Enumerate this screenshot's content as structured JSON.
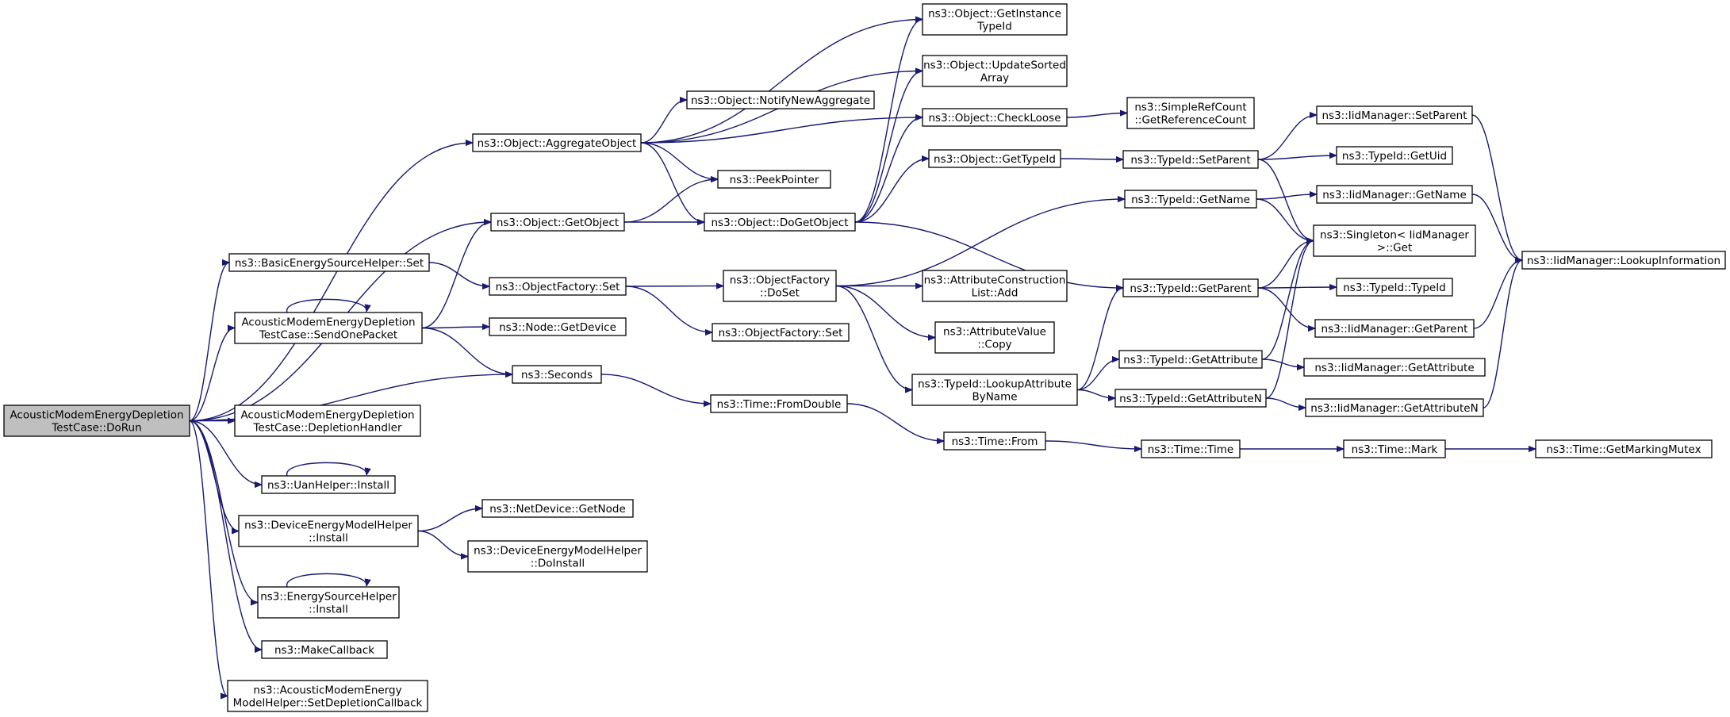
{
  "diagram": {
    "type": "call-graph",
    "nodes": [
      {
        "id": "root",
        "lines": [
          "AcousticModemEnergyDepletion",
          "TestCase::DoRun"
        ],
        "highlighted": true
      },
      {
        "id": "aggregateObject",
        "lines": [
          "ns3::Object::AggregateObject"
        ]
      },
      {
        "id": "getObject",
        "lines": [
          "ns3::Object::GetObject"
        ]
      },
      {
        "id": "basicSet",
        "lines": [
          "ns3::BasicEnergySourceHelper::Set"
        ]
      },
      {
        "id": "sendOnePacket",
        "lines": [
          "AcousticModemEnergyDepletion",
          "TestCase::SendOnePacket"
        ]
      },
      {
        "id": "seconds",
        "lines": [
          "ns3::Seconds"
        ]
      },
      {
        "id": "depletionHandler",
        "lines": [
          "AcousticModemEnergyDepletion",
          "TestCase::DepletionHandler"
        ]
      },
      {
        "id": "uanInstall",
        "lines": [
          "ns3::UanHelper::Install"
        ]
      },
      {
        "id": "demhInstall",
        "lines": [
          "ns3::DeviceEnergyModelHelper",
          "::Install"
        ]
      },
      {
        "id": "eshInstall",
        "lines": [
          "ns3::EnergySourceHelper",
          "::Install"
        ]
      },
      {
        "id": "makeCallback",
        "lines": [
          "ns3::MakeCallback"
        ]
      },
      {
        "id": "setDepletionCallback",
        "lines": [
          "ns3::AcousticModemEnergy",
          "ModelHelper::SetDepletionCallback"
        ]
      },
      {
        "id": "notifyNewAggregate",
        "lines": [
          "ns3::Object::NotifyNewAggregate"
        ]
      },
      {
        "id": "peekPointer",
        "lines": [
          "ns3::PeekPointer"
        ]
      },
      {
        "id": "doGetObject",
        "lines": [
          "ns3::Object::DoGetObject"
        ]
      },
      {
        "id": "objFactorySet1",
        "lines": [
          "ns3::ObjectFactory::Set"
        ]
      },
      {
        "id": "nodeGetDevice",
        "lines": [
          "ns3::Node::GetDevice"
        ]
      },
      {
        "id": "fromDouble",
        "lines": [
          "ns3::Time::FromDouble"
        ]
      },
      {
        "id": "netDeviceGetNode",
        "lines": [
          "ns3::NetDevice::GetNode"
        ]
      },
      {
        "id": "demhDoInstall",
        "lines": [
          "ns3::DeviceEnergyModelHelper",
          "::DoInstall"
        ]
      },
      {
        "id": "getInstanceTypeId",
        "lines": [
          "ns3::Object::GetInstance",
          "TypeId"
        ]
      },
      {
        "id": "updateSortedArray",
        "lines": [
          "ns3::Object::UpdateSorted",
          "Array"
        ]
      },
      {
        "id": "checkLoose",
        "lines": [
          "ns3::Object::CheckLoose"
        ]
      },
      {
        "id": "objGetTypeId",
        "lines": [
          "ns3::Object::GetTypeId"
        ]
      },
      {
        "id": "objFactoryDoSet",
        "lines": [
          "ns3::ObjectFactory",
          "::DoSet"
        ]
      },
      {
        "id": "objFactorySet2",
        "lines": [
          "ns3::ObjectFactory::Set"
        ]
      },
      {
        "id": "attrConstructionAdd",
        "lines": [
          "ns3::AttributeConstruction",
          "List::Add"
        ]
      },
      {
        "id": "attrValueCopy",
        "lines": [
          "ns3::AttributeValue",
          "::Copy"
        ]
      },
      {
        "id": "lookupAttrByName",
        "lines": [
          "ns3::TypeId::LookupAttribute",
          "ByName"
        ]
      },
      {
        "id": "timeFrom",
        "lines": [
          "ns3::Time::From"
        ]
      },
      {
        "id": "getRefCount",
        "lines": [
          "ns3::SimpleRefCount",
          "::GetReferenceCount"
        ]
      },
      {
        "id": "typeIdSetParent",
        "lines": [
          "ns3::TypeId::SetParent"
        ]
      },
      {
        "id": "typeIdGetName",
        "lines": [
          "ns3::TypeId::GetName"
        ]
      },
      {
        "id": "typeIdGetParent",
        "lines": [
          "ns3::TypeId::GetParent"
        ]
      },
      {
        "id": "typeIdGetAttribute",
        "lines": [
          "ns3::TypeId::GetAttribute"
        ]
      },
      {
        "id": "typeIdGetAttributeN",
        "lines": [
          "ns3::TypeId::GetAttributeN"
        ]
      },
      {
        "id": "timeTime",
        "lines": [
          "ns3::Time::Time"
        ]
      },
      {
        "id": "iidSetParent",
        "lines": [
          "ns3::IidManager::SetParent"
        ]
      },
      {
        "id": "typeIdGetUid",
        "lines": [
          "ns3::TypeId::GetUid"
        ]
      },
      {
        "id": "iidGetName",
        "lines": [
          "ns3::IidManager::GetName"
        ]
      },
      {
        "id": "singletonGet",
        "lines": [
          "ns3::Singleton< IidManager",
          " >::Get"
        ]
      },
      {
        "id": "typeIdTypeId",
        "lines": [
          "ns3::TypeId::TypeId"
        ]
      },
      {
        "id": "iidGetParent",
        "lines": [
          "ns3::IidManager::GetParent"
        ]
      },
      {
        "id": "iidGetAttribute",
        "lines": [
          "ns3::IidManager::GetAttribute"
        ]
      },
      {
        "id": "iidGetAttributeN",
        "lines": [
          "ns3::IidManager::GetAttributeN"
        ]
      },
      {
        "id": "timeMark",
        "lines": [
          "ns3::Time::Mark"
        ]
      },
      {
        "id": "iidLookupInformation",
        "lines": [
          "ns3::IidManager::LookupInformation"
        ]
      },
      {
        "id": "timeGetMarkingMutex",
        "lines": [
          "ns3::Time::GetMarkingMutex"
        ]
      }
    ],
    "edges": [
      [
        "root",
        "aggregateObject"
      ],
      [
        "root",
        "getObject"
      ],
      [
        "root",
        "basicSet"
      ],
      [
        "root",
        "sendOnePacket"
      ],
      [
        "root",
        "seconds"
      ],
      [
        "root",
        "depletionHandler"
      ],
      [
        "root",
        "uanInstall"
      ],
      [
        "root",
        "demhInstall"
      ],
      [
        "root",
        "eshInstall"
      ],
      [
        "root",
        "makeCallback"
      ],
      [
        "root",
        "setDepletionCallback"
      ],
      [
        "aggregateObject",
        "getInstanceTypeId"
      ],
      [
        "aggregateObject",
        "updateSortedArray"
      ],
      [
        "aggregateObject",
        "notifyNewAggregate"
      ],
      [
        "aggregateObject",
        "checkLoose"
      ],
      [
        "aggregateObject",
        "peekPointer"
      ],
      [
        "aggregateObject",
        "doGetObject"
      ],
      [
        "getObject",
        "peekPointer"
      ],
      [
        "getObject",
        "doGetObject"
      ],
      [
        "basicSet",
        "objFactorySet1"
      ],
      [
        "sendOnePacket",
        "sendOnePacket"
      ],
      [
        "sendOnePacket",
        "getObject"
      ],
      [
        "sendOnePacket",
        "nodeGetDevice"
      ],
      [
        "sendOnePacket",
        "seconds"
      ],
      [
        "seconds",
        "fromDouble"
      ],
      [
        "uanInstall",
        "uanInstall"
      ],
      [
        "demhInstall",
        "netDeviceGetNode"
      ],
      [
        "demhInstall",
        "demhDoInstall"
      ],
      [
        "eshInstall",
        "eshInstall"
      ],
      [
        "doGetObject",
        "getInstanceTypeId"
      ],
      [
        "doGetObject",
        "updateSortedArray"
      ],
      [
        "doGetObject",
        "checkLoose"
      ],
      [
        "doGetObject",
        "objGetTypeId"
      ],
      [
        "doGetObject",
        "typeIdGetParent"
      ],
      [
        "objFactorySet1",
        "objFactoryDoSet"
      ],
      [
        "objFactorySet1",
        "objFactorySet2"
      ],
      [
        "objFactoryDoSet",
        "typeIdGetName"
      ],
      [
        "objFactoryDoSet",
        "attrConstructionAdd"
      ],
      [
        "objFactoryDoSet",
        "attrValueCopy"
      ],
      [
        "objFactoryDoSet",
        "lookupAttrByName"
      ],
      [
        "fromDouble",
        "timeFrom"
      ],
      [
        "checkLoose",
        "getRefCount"
      ],
      [
        "objGetTypeId",
        "typeIdSetParent"
      ],
      [
        "lookupAttrByName",
        "typeIdGetParent"
      ],
      [
        "lookupAttrByName",
        "typeIdGetAttribute"
      ],
      [
        "lookupAttrByName",
        "typeIdGetAttributeN"
      ],
      [
        "timeFrom",
        "timeTime"
      ],
      [
        "typeIdSetParent",
        "iidSetParent"
      ],
      [
        "typeIdSetParent",
        "typeIdGetUid"
      ],
      [
        "typeIdSetParent",
        "singletonGet"
      ],
      [
        "typeIdGetName",
        "iidGetName"
      ],
      [
        "typeIdGetName",
        "singletonGet"
      ],
      [
        "typeIdGetParent",
        "singletonGet"
      ],
      [
        "typeIdGetParent",
        "typeIdTypeId"
      ],
      [
        "typeIdGetParent",
        "iidGetParent"
      ],
      [
        "typeIdGetAttribute",
        "singletonGet"
      ],
      [
        "typeIdGetAttribute",
        "iidGetAttribute"
      ],
      [
        "typeIdGetAttributeN",
        "singletonGet"
      ],
      [
        "typeIdGetAttributeN",
        "iidGetAttributeN"
      ],
      [
        "timeTime",
        "timeMark"
      ],
      [
        "iidSetParent",
        "iidLookupInformation"
      ],
      [
        "iidGetName",
        "iidLookupInformation"
      ],
      [
        "iidGetParent",
        "iidLookupInformation"
      ],
      [
        "iidGetAttributeN",
        "iidLookupInformation"
      ],
      [
        "timeMark",
        "timeGetMarkingMutex"
      ]
    ]
  }
}
